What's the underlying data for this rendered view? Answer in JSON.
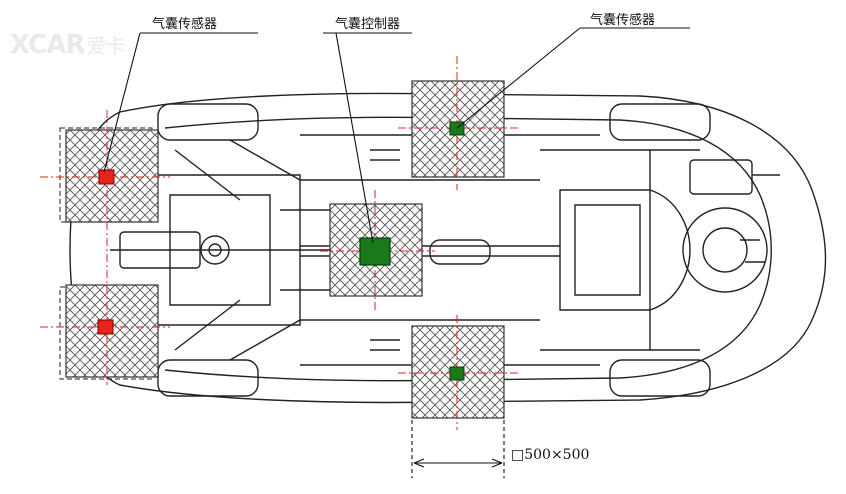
{
  "labels": {
    "sensor_front": "气囊传感器",
    "controller": "气囊控制器",
    "sensor_side": "气囊传感器",
    "dimension": "□500×500"
  },
  "watermark": {
    "latin": "XCAR",
    "cn": "爱卡"
  },
  "colors": {
    "front_sensor": "#e8231b",
    "controller": "#1a7a1a",
    "side_sensor": "#1a7a1a",
    "center_line": "#e02020"
  }
}
